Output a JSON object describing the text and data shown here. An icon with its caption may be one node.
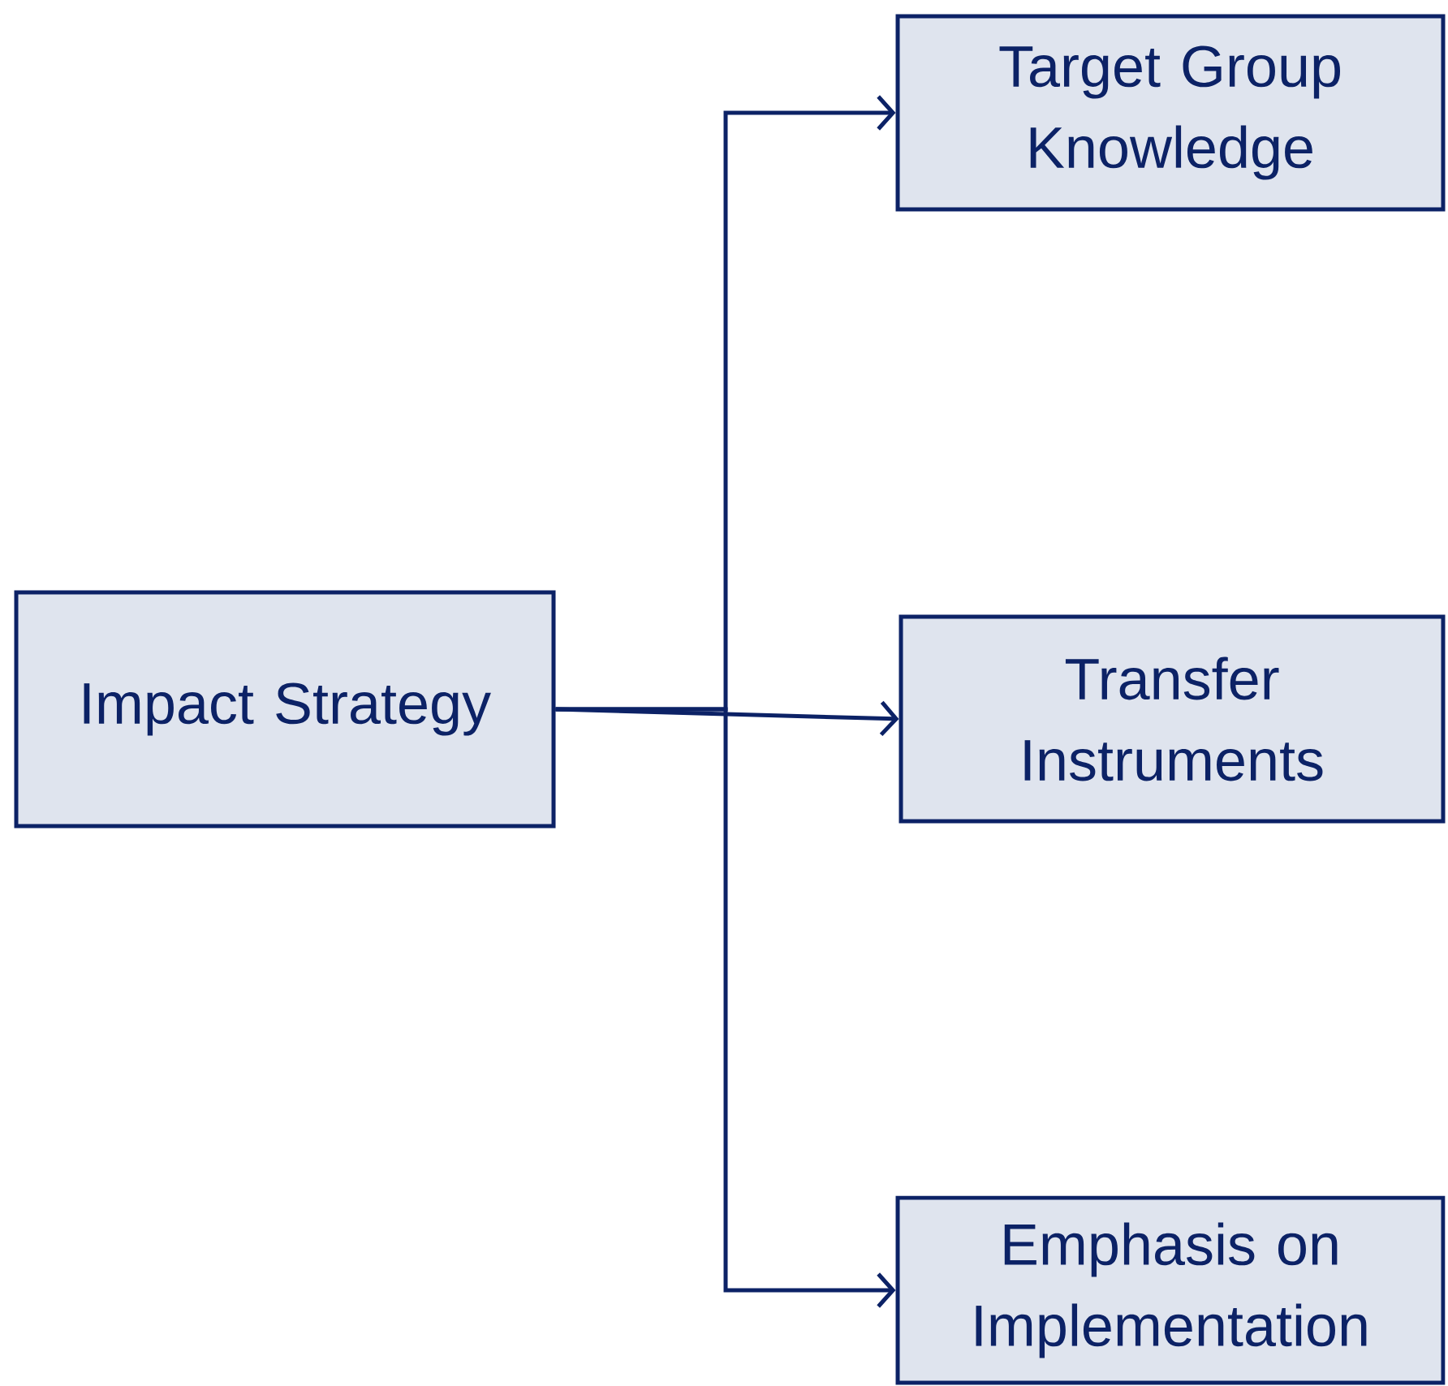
{
  "diagram": {
    "nodes": [
      {
        "text": [
          "Impact Strategy"
        ]
      },
      {
        "text": [
          "Target Group Knowledge"
        ]
      },
      {
        "text": [
          "Transfer Instruments"
        ]
      },
      {
        "text": [
          "Emphasis on Implementation"
        ]
      }
    ],
    "edges": [
      {
        "from": 0,
        "to": 1,
        "arrow": "to"
      },
      {
        "from": 0,
        "to": 2,
        "arrow": "to"
      },
      {
        "from": 0,
        "to": 3,
        "arrow": "to"
      }
    ]
  }
}
